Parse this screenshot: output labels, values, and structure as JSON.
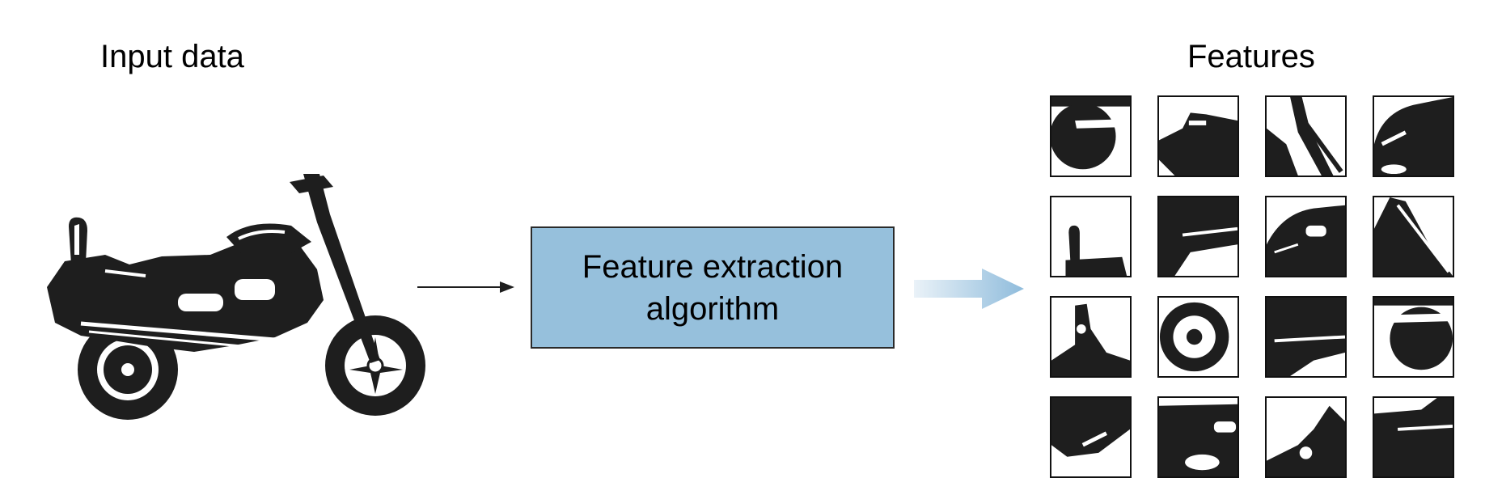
{
  "input_title": "Input data",
  "algorithm_label": "Feature extraction\nalgorithm",
  "features_title": "Features",
  "colors": {
    "box_fill": "#96c0dc",
    "box_border": "#2a2a2a",
    "arrow_gradient_start": "#e3eef6",
    "arrow_gradient_end": "#8fbcdc",
    "ink": "#1e1e1e"
  },
  "icons": {
    "input_image": "motorcycle-silhouette",
    "feature_tiles": "motorcycle-part-crops"
  },
  "feature_tile_count": 16
}
